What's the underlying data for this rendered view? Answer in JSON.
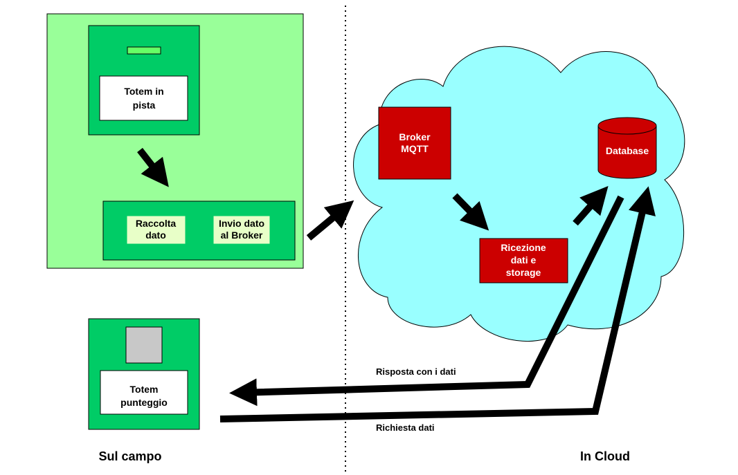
{
  "diagram": {
    "totem_pista": {
      "label_line1": "Totem in",
      "label_line2": "pista"
    },
    "raccolta": {
      "label_line1": "Raccolta",
      "label_line2": "dato"
    },
    "invio": {
      "label_line1": "Invio dato",
      "label_line2": "al Broker"
    },
    "totem_punteggio": {
      "label_line1": "Totem",
      "label_line2": "punteggio"
    },
    "broker": {
      "label_line1": "Broker",
      "label_line2": "MQTT"
    },
    "ricezione": {
      "label_line1": "Ricezione",
      "label_line2": "dati e",
      "label_line3": "storage"
    },
    "database": {
      "label": "Database"
    },
    "edge_response": "Risposta con i dati",
    "edge_request": "Richiesta dati",
    "zone_left": "Sul campo",
    "zone_right": "In Cloud"
  },
  "colors": {
    "light_green": "#99ff99",
    "green": "#00cc66",
    "pale_yellow": "#e8ffc8",
    "cloud": "#99ffff",
    "red": "#cc0000",
    "grey": "#c8c8c8"
  }
}
